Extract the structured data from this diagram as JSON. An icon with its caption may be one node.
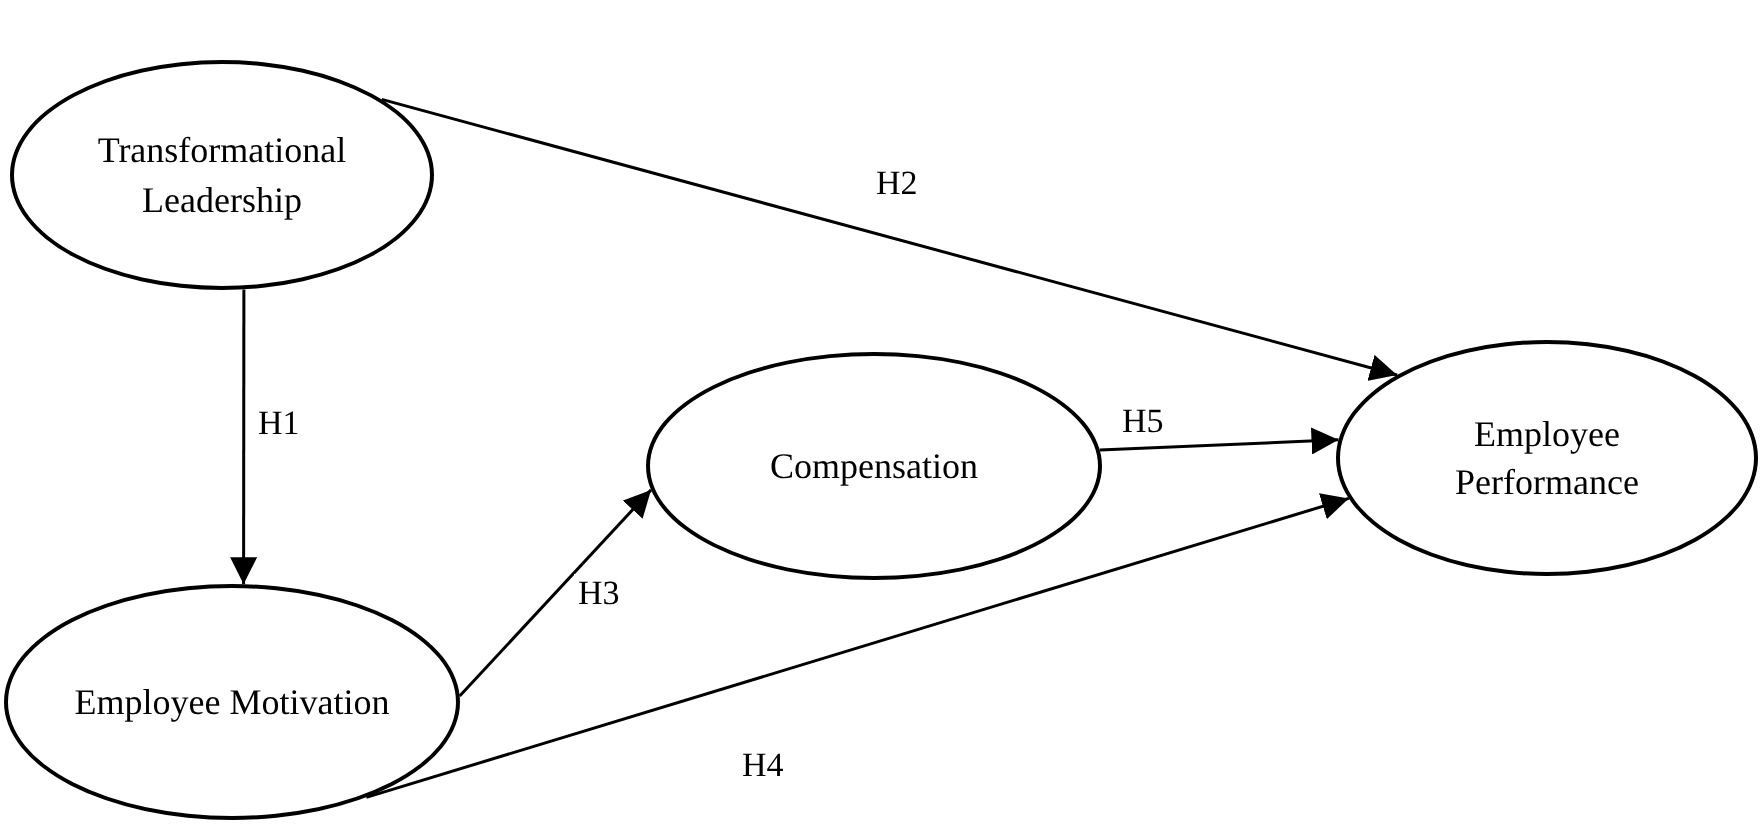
{
  "diagram": {
    "nodes": [
      {
        "text": [
          "Transformational Leadership"
        ]
      },
      {
        "text": [
          "Employee Motivation"
        ]
      },
      {
        "text": [
          "Compensation"
        ]
      },
      {
        "text": [
          "Employee Performance"
        ]
      }
    ],
    "edges": [
      {
        "from": 0,
        "to": 3,
        "arrow": "to",
        "label": "H2"
      },
      {
        "from": 0,
        "to": 1,
        "arrow": "to",
        "label": "H1"
      },
      {
        "from": 1,
        "to": 2,
        "arrow": "to",
        "label": "H3"
      },
      {
        "from": 1,
        "to": 3,
        "arrow": "to",
        "label": "H4"
      },
      {
        "from": 2,
        "to": 3,
        "arrow": "to",
        "label": "H5"
      }
    ]
  }
}
